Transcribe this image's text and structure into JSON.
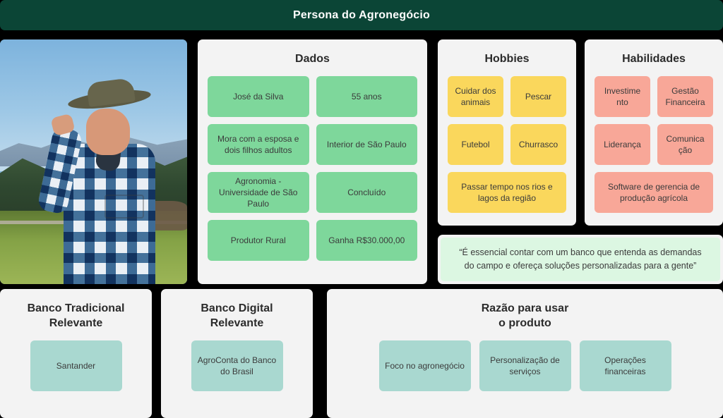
{
  "header": {
    "title": "Persona do Agronegócio",
    "bg": "#0b4536"
  },
  "photo": {
    "alt": "Foto de produtor rural com chapéu e camisa xadrez em área de campo"
  },
  "panels": {
    "dados": {
      "title": "Dados",
      "chips": [
        {
          "label": "José da Silva",
          "wide": false
        },
        {
          "label": "55 anos",
          "wide": false
        },
        {
          "label": "Mora com a esposa e dois filhos adultos",
          "wide": false
        },
        {
          "label": "Interior de São Paulo",
          "wide": false
        },
        {
          "label": "Agronomia - Universidade de São Paulo",
          "wide": false
        },
        {
          "label": "Concluído",
          "wide": false
        },
        {
          "label": "Produtor Rural",
          "wide": false
        },
        {
          "label": "Ganha R$30.000,00",
          "wide": false
        }
      ],
      "color": "#7ed79b"
    },
    "hobbies": {
      "title": "Hobbies",
      "chips": [
        {
          "label": "Cuidar dos animais",
          "wide": false
        },
        {
          "label": "Pescar",
          "wide": false
        },
        {
          "label": "Futebol",
          "wide": false
        },
        {
          "label": "Churrasco",
          "wide": false
        },
        {
          "label": "Passar tempo nos rios e lagos da região",
          "wide": true
        }
      ],
      "color": "#fad75c"
    },
    "habilidades": {
      "title": "Habilidades",
      "chips": [
        {
          "label": "Investime\nnto",
          "wide": false
        },
        {
          "label": "Gestão Financeira",
          "wide": false
        },
        {
          "label": "Liderança",
          "wide": false
        },
        {
          "label": "Comunica\nção",
          "wide": false
        },
        {
          "label": "Software de gerencia de produção agrícola",
          "wide": true
        }
      ],
      "color": "#f8a798"
    },
    "quote": {
      "text": "“É essencial contar com um banco que entenda as demandas do campo e ofereça soluções personalizadas para a gente”",
      "bg": "#dcf7e2"
    },
    "banco_tradicional": {
      "title": "Banco Tradicional\nRelevante",
      "chips": [
        {
          "label": "Santander"
        }
      ],
      "color": "#a9d8d0"
    },
    "banco_digital": {
      "title": "Banco Digital\nRelevante",
      "chips": [
        {
          "label": "AgroConta do Banco do Brasil"
        }
      ],
      "color": "#a9d8d0"
    },
    "razao": {
      "title": "Razão para usar\no produto",
      "chips": [
        {
          "label": "Foco no agronegócio"
        },
        {
          "label": "Personalização de serviços"
        },
        {
          "label": "Operações financeiras"
        }
      ],
      "color": "#a9d8d0"
    }
  }
}
